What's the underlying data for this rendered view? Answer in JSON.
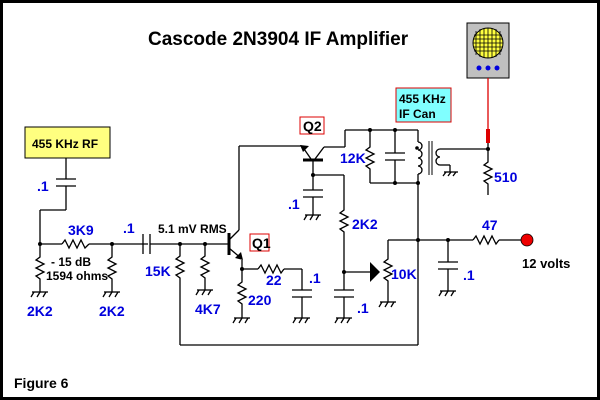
{
  "title": "Cascode 2N3904 IF Amplifier",
  "figure_label": "Figure 6",
  "source_box": {
    "label": "455 KHz RF",
    "fill": "#ffff80"
  },
  "if_can_box": {
    "line1": "455 KHz",
    "line2": "IF Can",
    "fill": "#80ffff",
    "border": "#dd0000"
  },
  "transistors": {
    "q1": "Q1",
    "q2": "Q2"
  },
  "components": {
    "c_in": ".1",
    "r_series": "3K9",
    "r_shunt_left": "2K2",
    "r_shunt_right": "2K2",
    "attenuator_db": "- 15 dB",
    "attenuator_ohms": "1594 ohms",
    "c_couple": ".1",
    "signal_level": "5.1 mV RMS",
    "r_bias_top": "15K",
    "r_bias_bottom": "4K7",
    "r_emitter_series": "22",
    "r_emitter": "220",
    "c_emitter": ".1",
    "c_q2_base": ".1",
    "r_q2_base": "2K2",
    "c_pot": ".1",
    "pot": "10K",
    "r_load": "12K",
    "r_output": "510",
    "r_supply": "47",
    "c_supply": ".1",
    "supply": "12 volts"
  },
  "colors": {
    "label": "#0000dd",
    "probe": "#dd0000",
    "supply_dot": "#ee0000",
    "scope_body": "#c0c0c0",
    "scope_screen": "#ffff40",
    "scope_knobs": "#0000dd"
  }
}
